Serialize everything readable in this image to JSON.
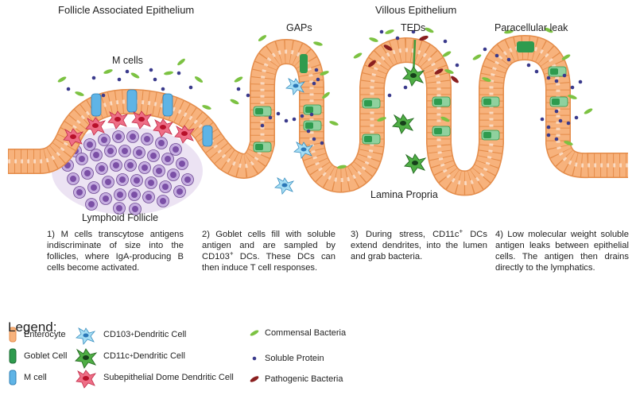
{
  "headers": {
    "fae": "Follicle Associated Epithelium",
    "villous": "Villous Epithelium"
  },
  "labels": {
    "m_cells": "M cells",
    "gaps": "GAPs",
    "teds": "TEDs",
    "paracellular": "Paracellular leak",
    "lymphoid": "Lymphoid Follicle",
    "lamina": "Lamina Propria"
  },
  "captions": {
    "c1": "1) M cells transcytose antigens indiscriminate of size into the follicles, where IgA-producing B cells become activated.",
    "c2a": "2) Goblet cells fill with soluble antigen and are sampled by CD103",
    "c2sup": "+",
    "c2b": " DCs. These DCs can then induce T cell responses.",
    "c3a": "3) During stress, CD11c",
    "c3sup": "+",
    "c3b": " DCs extend dendrites, into the lumen and grab bacteria.",
    "c4": "4) Low molecular weight soluble antigen leaks between epithelial cells. The antigen then drains directly to the lymphatics."
  },
  "legend": {
    "title": "Legend:",
    "enterocyte": "Enterocyte",
    "goblet": "Goblet Cell",
    "mcell": "M cell",
    "cd103_a": "CD103",
    "cd103_b": " Dendritic Cell",
    "cd11c_a": "CD11c",
    "cd11c_b": " Dendritic Cell",
    "sed": "Subepithelial Dome Dendritic Cell",
    "commensal": "Commensal Bacteria",
    "soluble": "Soluble Protein",
    "pathogenic": "Pathogenic Bacteria",
    "plus": "+"
  },
  "colors": {
    "enterocyte": "#f7b27c",
    "enterocyte_edge": "#e48c4a",
    "goblet": "#2e9b4e",
    "goblet_light": "#8fd19e",
    "mcell": "#5fb4e6",
    "cd103": "#8fd4f0",
    "cd11c": "#3f9a3a",
    "sed": "#e8506a",
    "lymphocyte": "#9a72b8",
    "commensal": "#7cc242",
    "soluble": "#3a3a8c",
    "pathogenic": "#8a1f1f"
  }
}
